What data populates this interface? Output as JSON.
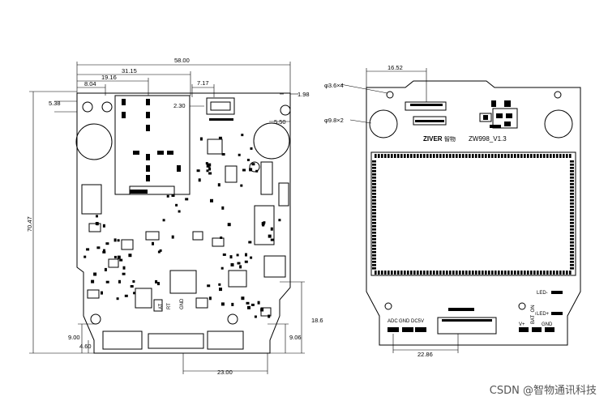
{
  "left_board": {
    "dims": {
      "width_total": "58.00",
      "d1": "31.15",
      "d2": "19.16",
      "d3": "8.04",
      "d4": "7.17",
      "d5": "2.30",
      "d6": "1.98",
      "d7": "5.38",
      "d8": "5.50",
      "height": "70.47",
      "d9": "18.6",
      "d10": "9.00",
      "d11": "4.60",
      "d12": "9.06",
      "bottom": "23.00"
    },
    "labels": {
      "sig1": "AT",
      "sig2": "RT",
      "sig3": "GND"
    }
  },
  "right_board": {
    "dims": {
      "top": "16.52",
      "hole1": "φ3.6×4",
      "hole2": "φ9.8×2",
      "bottom": "22.86"
    },
    "labels": {
      "logo": "ZIVER",
      "logo_cn": "智物",
      "model": "ZW998_V1.3",
      "led_minus": "LED-",
      "led_plus": "LED+",
      "adc": "ADC",
      "gnd": "GND",
      "dc5v": "DC5V",
      "vplus": "V+",
      "bat_on": "BAT_ON",
      "gnd2": "GND"
    }
  },
  "watermark": "CSDN @智物通讯科技"
}
